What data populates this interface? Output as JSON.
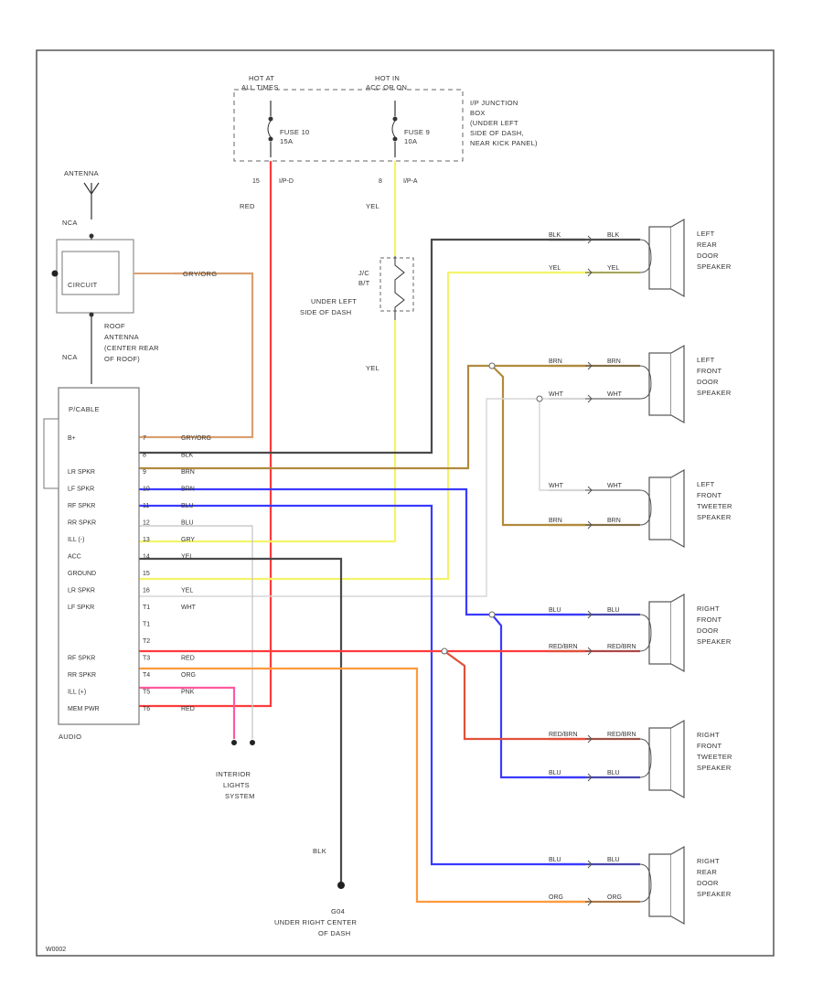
{
  "colors": {
    "RED": "#ff3b3b",
    "YEL": "#f3f36a",
    "BLK": "#4a4a4a",
    "BRN": "#b08a3e",
    "BLU": "#3a3aff",
    "WHT": "#d6d6d6",
    "ORG": "#ff9a3c",
    "GRY_ORG": "#d9a070",
    "PNK": "#ff5aa0",
    "RED_BRN": "#e0503a"
  },
  "power": {
    "hot_at_1": "HOT AT",
    "hot_at_2": "ALL TIMES",
    "hot_in_1": "HOT IN",
    "hot_in_2": "ACC OR ON",
    "fuse10_1": "FUSE 10",
    "fuse10_2": "15A",
    "fuse9_1": "FUSE 9",
    "fuse9_2": "10A",
    "pin_left_num": "15",
    "pin_left_id": "I/P-D",
    "pin_right_num": "8",
    "pin_right_id": "I/P-A",
    "junction_1": "I/P JUNCTION",
    "junction_2": "BOX",
    "junction_3": "(UNDER LEFT",
    "junction_4": "SIDE OF DASH,",
    "junction_5": "NEAR KICK PANEL)"
  },
  "antenna": {
    "label": "ANTENNA",
    "nca_top": "NCA",
    "nca_bottom": "NCA",
    "circuit": "CIRCUIT",
    "wire": "GRY/ORG",
    "roof_1": "ROOF",
    "roof_2": "ANTENNA",
    "roof_3": "(CENTER REAR",
    "roof_4": "OF ROOF)"
  },
  "joint": {
    "label_1": "J/C",
    "label_2": "B/T",
    "under_1": "UNDER LEFT",
    "under_2": "SIDE OF DASH"
  },
  "radio": {
    "title": "P/CABLE",
    "caption": "AUDIO",
    "pins": [
      {
        "name": "B+",
        "num": "7",
        "wire": "GRY/ORG"
      },
      {
        "name": "",
        "num": "8",
        "wire": "BLK"
      },
      {
        "name": "LR SPKR",
        "num": "9",
        "wire": "BRN"
      },
      {
        "name": "LF SPKR",
        "num": "10",
        "wire": "BRN"
      },
      {
        "name": "RF SPKR",
        "num": "11",
        "wire": "BLU"
      },
      {
        "name": "RR SPKR",
        "num": "12",
        "wire": "BLU"
      },
      {
        "name": "ILL (-)",
        "num": "13",
        "wire": "GRY"
      },
      {
        "name": "ACC",
        "num": "14",
        "wire": "YEL"
      },
      {
        "name": "GROUND",
        "num": "15",
        "wire": ""
      },
      {
        "name": "LR SPKR",
        "num": "16",
        "wire": "YEL"
      },
      {
        "name": "LF SPKR",
        "num": "T1",
        "wire": "WHT"
      },
      {
        "name": "",
        "num": "T1",
        "wire": ""
      },
      {
        "name": "",
        "num": "T2",
        "wire": ""
      },
      {
        "name": "RF SPKR",
        "num": "T3",
        "wire": "RED"
      },
      {
        "name": "RR SPKR",
        "num": "T4",
        "wire": "ORG"
      },
      {
        "name": "ILL (+)",
        "num": "T5",
        "wire": "PNK"
      },
      {
        "name": "MEM PWR",
        "num": "T6",
        "wire": "RED"
      }
    ]
  },
  "vertical_wires": {
    "red": "RED",
    "yel_top": "YEL",
    "yel_bottom": "YEL",
    "blk": "BLK"
  },
  "speakers": [
    {
      "l1": "LEFT",
      "l2": "REAR",
      "l3": "DOOR",
      "l4": "SPEAKER",
      "w1": "BLK",
      "w2": "YEL"
    },
    {
      "l1": "LEFT",
      "l2": "FRONT",
      "l3": "DOOR",
      "l4": "SPEAKER",
      "w1": "BRN",
      "w2": "WHT"
    },
    {
      "l1": "LEFT",
      "l2": "FRONT",
      "l3": "TWEETER",
      "l4": "SPEAKER",
      "w1": "WHT",
      "w2": "BRN"
    },
    {
      "l1": "RIGHT",
      "l2": "FRONT",
      "l3": "DOOR",
      "l4": "SPEAKER",
      "w1": "BLU",
      "w2": "RED/BRN"
    },
    {
      "l1": "RIGHT",
      "l2": "FRONT",
      "l3": "TWEETER",
      "l4": "SPEAKER",
      "w1": "RED/BRN",
      "w2": "BLU"
    },
    {
      "l1": "RIGHT",
      "l2": "REAR",
      "l3": "DOOR",
      "l4": "SPEAKER",
      "w1": "BLU",
      "w2": "ORG"
    }
  ],
  "interior": {
    "l1": "INTERIOR",
    "l2": "LIGHTS",
    "l3": "SYSTEM"
  },
  "ground": {
    "id": "G04",
    "l1": "UNDER RIGHT CENTER",
    "l2": "OF DASH"
  },
  "footer": {
    "code": "W0002"
  }
}
